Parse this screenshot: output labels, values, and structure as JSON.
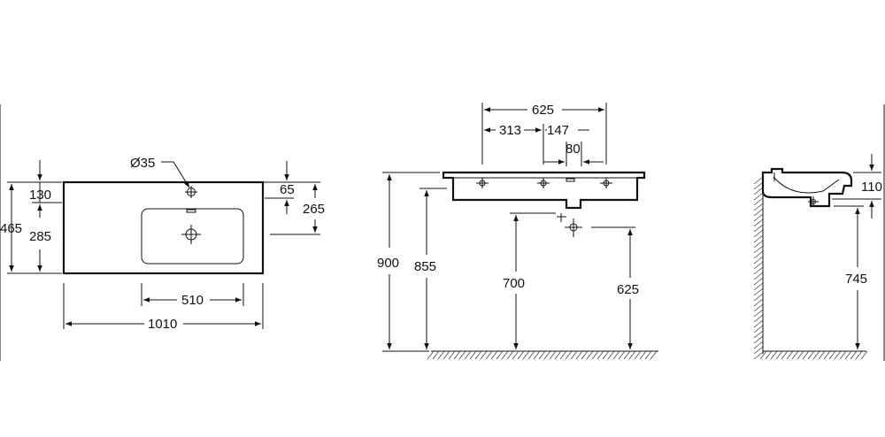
{
  "top_view": {
    "hole_label": "Ø35",
    "dim_130": "130",
    "dim_465": "465",
    "dim_285": "285",
    "dim_65": "65",
    "dim_265": "265",
    "dim_510": "510",
    "dim_1010": "1010"
  },
  "front_view": {
    "dim_625_top": "625",
    "dim_313": "313",
    "dim_147": "147",
    "dim_80": "80",
    "dim_900": "900",
    "dim_855": "855",
    "dim_700": "700",
    "dim_625_bottom": "625"
  },
  "side_view": {
    "dim_110": "110",
    "dim_745": "745"
  }
}
